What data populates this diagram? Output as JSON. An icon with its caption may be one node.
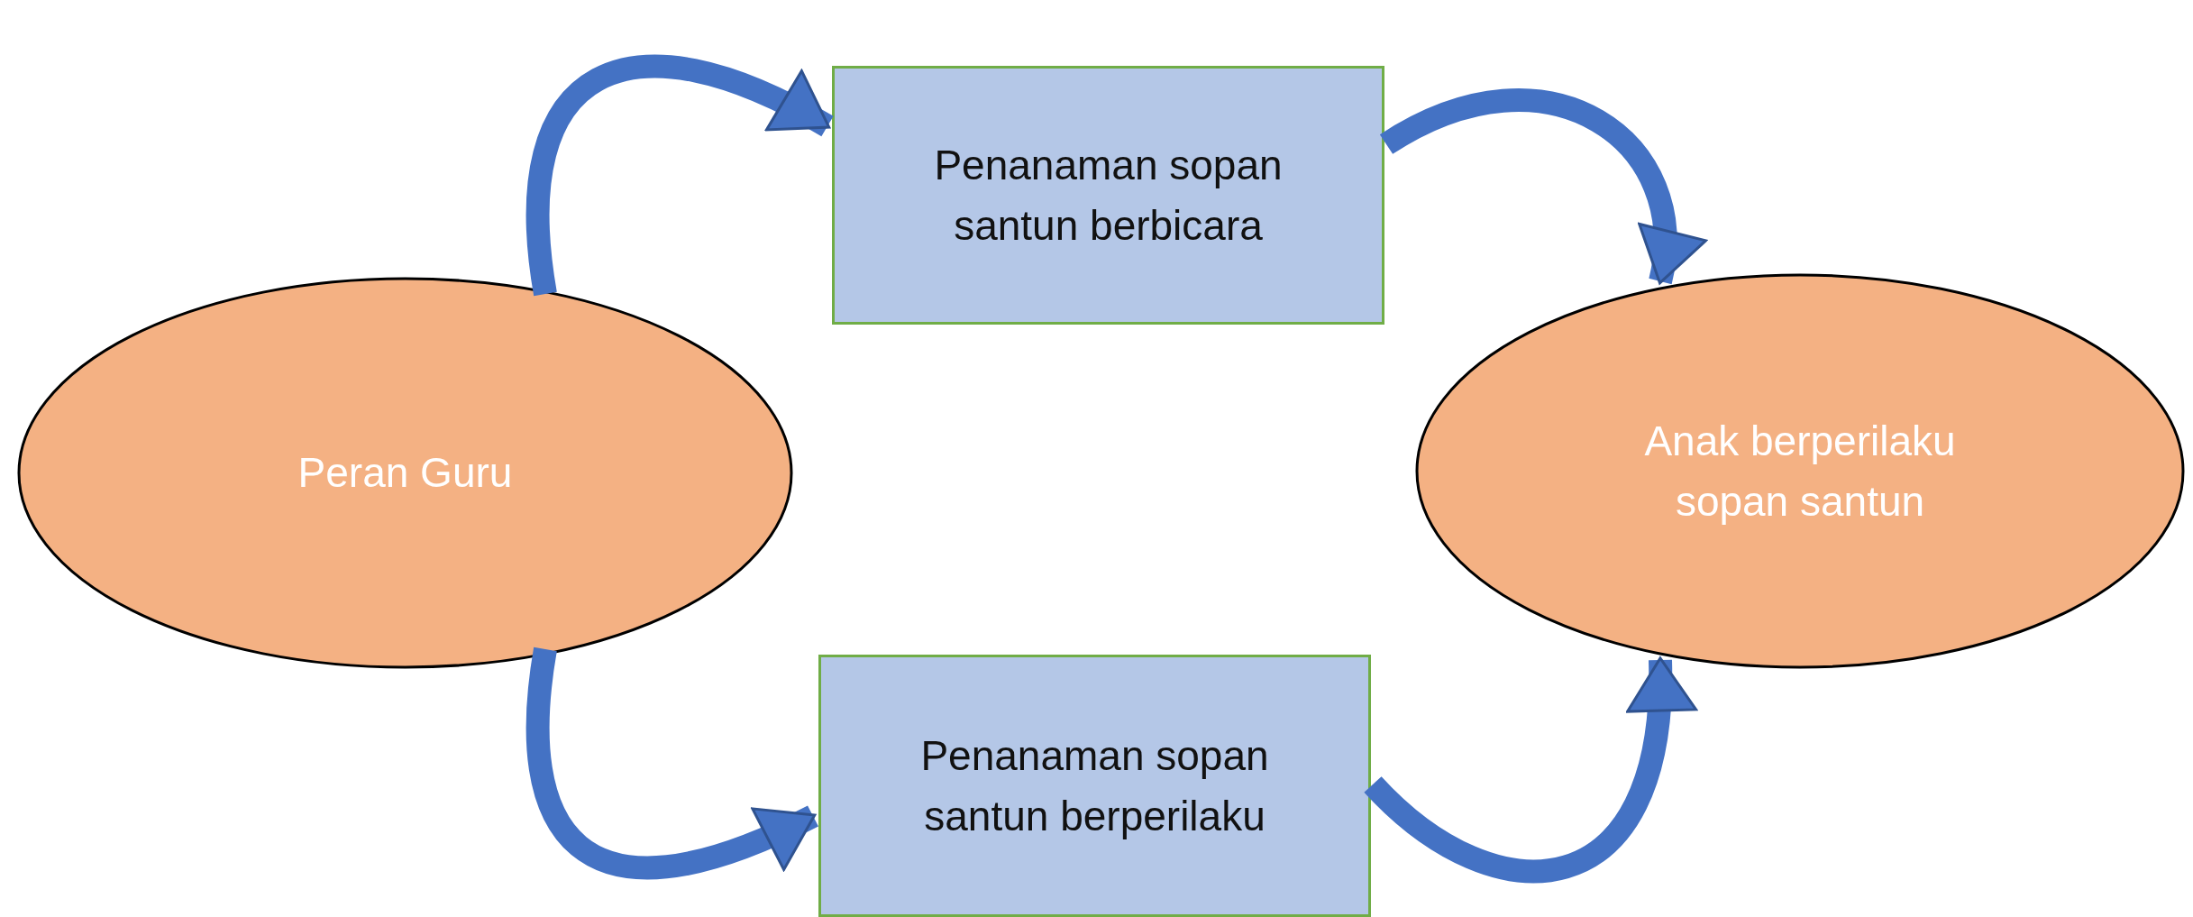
{
  "diagram": {
    "nodes": [
      {
        "text": [
          "Peran Guru"
        ]
      },
      {
        "text": [
          "Penanaman sopan santun berbicara"
        ]
      },
      {
        "text": [
          "Penanaman sopan santun berperilaku"
        ]
      },
      {
        "text": [
          "Anak berperilaku sopan santun"
        ]
      }
    ],
    "edges": [
      {
        "from": 0,
        "to": 1,
        "arrow": "to"
      },
      {
        "from": 1,
        "to": 3,
        "arrow": "to"
      },
      {
        "from": 0,
        "to": 2,
        "arrow": "to"
      },
      {
        "from": 2,
        "to": 3,
        "arrow": "to"
      }
    ]
  }
}
